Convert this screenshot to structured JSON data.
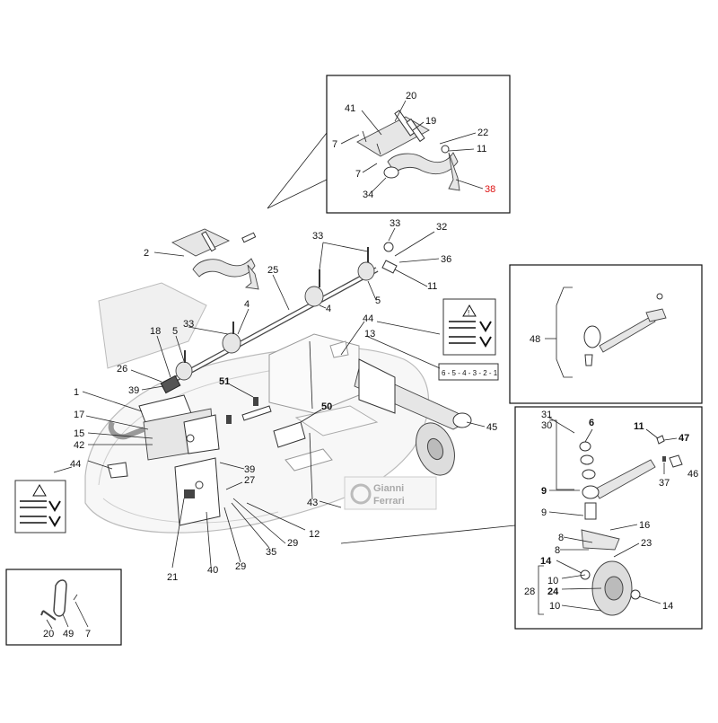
{
  "brand": {
    "line1": "Gianni",
    "line2": "Ferrari"
  },
  "scale_label": "6 - 5 - 4 - 3 - 2 - 1",
  "labels": {
    "l20a": "20",
    "l41": "41",
    "l19": "19",
    "l22": "22",
    "l7a": "7",
    "l11a": "11",
    "l7b": "7",
    "l34": "34",
    "l38": "38",
    "l2": "2",
    "l33a": "33",
    "l32": "32",
    "l33b": "33",
    "l36": "36",
    "l25": "25",
    "l11b": "11",
    "l5a": "5",
    "l4a": "4",
    "l4b": "4",
    "l5b": "5",
    "l18": "18",
    "l33c": "33",
    "l44a": "44",
    "l13": "13",
    "l26": "26",
    "l51": "51",
    "l39a": "39",
    "l1": "1",
    "l50": "50",
    "l17": "17",
    "l15": "15",
    "l42": "42",
    "l44b": "44",
    "l39b": "39",
    "l27": "27",
    "l45": "45",
    "l43": "43",
    "l12": "12",
    "l29a": "29",
    "l21": "21",
    "l40": "40",
    "l29b": "29",
    "l35": "35",
    "l48": "48",
    "l31": "31",
    "l30": "30",
    "l6": "6",
    "l11c": "11",
    "l47": "47",
    "l46": "46",
    "l37": "37",
    "l9a": "9",
    "l9b": "9",
    "l16": "16",
    "l8a": "8",
    "l8b": "8",
    "l23": "23",
    "l14a": "14",
    "l10a": "10",
    "l28": "28",
    "l24": "24",
    "l10b": "10",
    "l14b": "14",
    "l20b": "20",
    "l49": "49",
    "l7c": "7"
  }
}
